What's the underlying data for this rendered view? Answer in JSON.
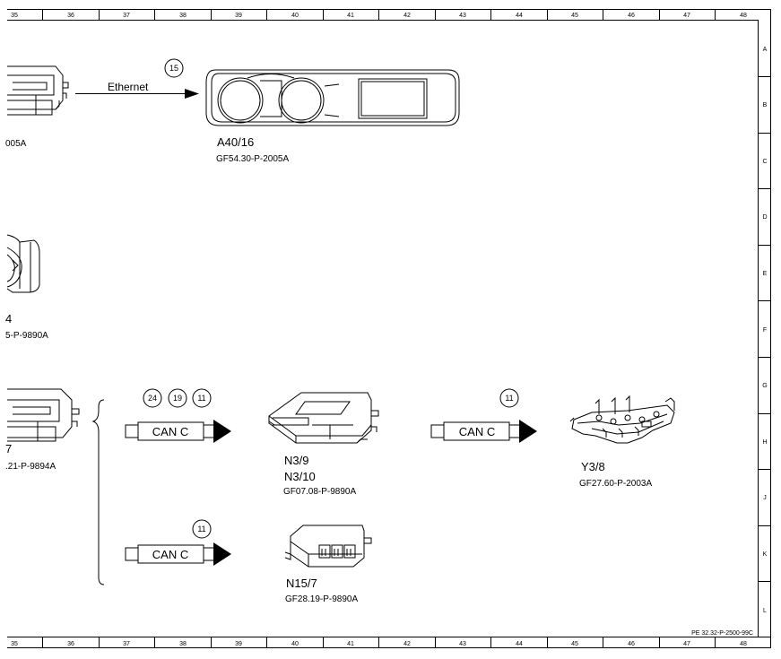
{
  "grid": {
    "columns": [
      "35",
      "36",
      "37",
      "38",
      "39",
      "40",
      "41",
      "42",
      "43",
      "44",
      "45",
      "46",
      "47",
      "48"
    ],
    "rows": [
      "A",
      "B",
      "C",
      "D",
      "E",
      "F",
      "G",
      "H",
      "J",
      "K",
      "L"
    ]
  },
  "document_number": "PE 32.32-P-2500-99C",
  "partial_labels": {
    "top_left_ref": "005A",
    "mid_left_code": "4",
    "mid_left_ref": "5-P-9890A",
    "bottom_left_code": "7",
    "bottom_left_ref": ".21-P-9894A"
  },
  "connections": {
    "ethernet_label": "Ethernet",
    "ethernet_number": "15",
    "can_label": "CAN C",
    "can1_numbers": [
      "24",
      "19",
      "11"
    ],
    "can2_number": "11",
    "can3_number": "11"
  },
  "components": {
    "a40_code": "A40/16",
    "a40_ref": "GF54.30-P-2005A",
    "n3_code_1": "N3/9",
    "n3_code_2": "N3/10",
    "n3_ref": "GF07.08-P-9890A",
    "y3_code": "Y3/8",
    "y3_ref": "GF27.60-P-2003A",
    "n15_code": "N15/7",
    "n15_ref": "GF28.19-P-9890A"
  }
}
